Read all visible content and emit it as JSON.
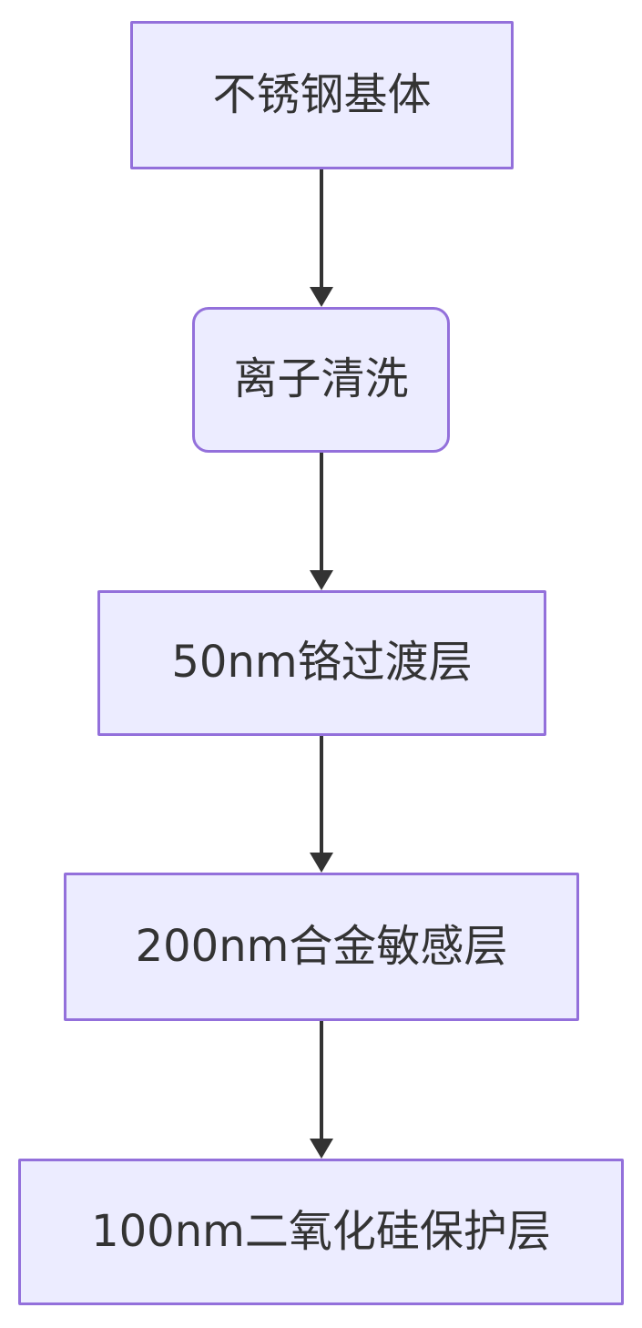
{
  "diagram": {
    "type": "flowchart",
    "direction": "top-down",
    "background": "#ffffff",
    "nodes": [
      {
        "id": "substrate",
        "label": "不锈钢基体",
        "shape": "rectangle"
      },
      {
        "id": "ion-cleaning",
        "label": "离子清洗",
        "shape": "rounded-rectangle"
      },
      {
        "id": "chrome-transition-layer",
        "label": "50nm铬过渡层",
        "shape": "rectangle"
      },
      {
        "id": "alloy-sensing-layer",
        "label": "200nm合金敏感层",
        "shape": "rectangle"
      },
      {
        "id": "silica-protective-layer",
        "label": "100nm二氧化硅保护层",
        "shape": "rectangle"
      }
    ],
    "edges": [
      {
        "from": "substrate",
        "to": "ion-cleaning",
        "style": "solid-arrow"
      },
      {
        "from": "ion-cleaning",
        "to": "chrome-transition-layer",
        "style": "solid-arrow"
      },
      {
        "from": "chrome-transition-layer",
        "to": "alloy-sensing-layer",
        "style": "solid-arrow"
      },
      {
        "from": "alloy-sensing-layer",
        "to": "silica-protective-layer",
        "style": "solid-arrow"
      }
    ],
    "colors": {
      "node_fill": "#ECECFF",
      "node_border": "#9370DB",
      "arrow": "#333333",
      "text": "#333333"
    }
  }
}
